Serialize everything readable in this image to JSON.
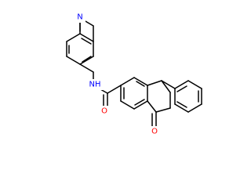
{
  "molecule": {
    "labels": {
      "pyridine_nitrogen": "N",
      "amide_nh": "NH",
      "amide_oxygen": "O",
      "ketone_oxygen": "O"
    },
    "colors": {
      "bond": "#000000",
      "nitrogen": "#0000ff",
      "oxygen": "#ff0000",
      "background": "#ffffff"
    }
  }
}
